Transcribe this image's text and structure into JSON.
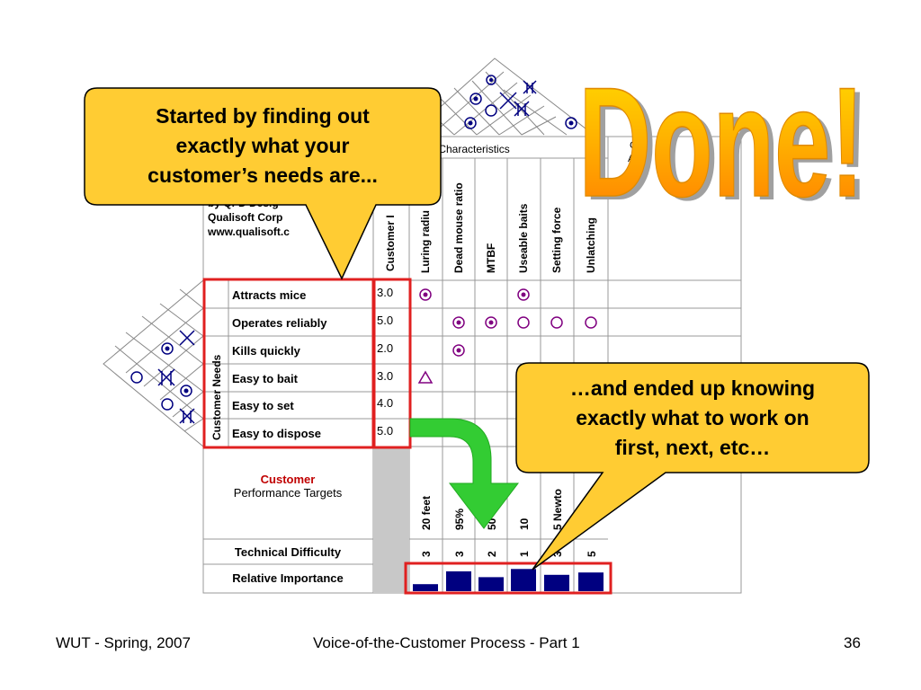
{
  "slide": {
    "callout_left": [
      "Started by finding out",
      "exactly what your",
      "customer’s needs are..."
    ],
    "callout_right": [
      "…and ended up knowing",
      "exactly what to work on",
      "first, next, etc…"
    ],
    "done_text": "Done!",
    "footer_left": "WUT - Spring, 2007",
    "footer_center": "Voice-of-the-Customer Process - Part 1",
    "footer_right": "36"
  },
  "hoq": {
    "header_fragment": "uct Characteristics",
    "right_header_fragment_1": "C        r",
    "right_header_fragment_2": "As      er",
    "company_lines": [
      "by QFD Desig",
      "Qualisoft Corp",
      "www.qualisoft.c"
    ],
    "customer_importance_header": "Customer I",
    "characteristics": [
      "Luring radiu",
      "Dead mouse ratio",
      "MTBF",
      "Useable baits",
      "Setting force",
      "Unlatching"
    ],
    "needs_label": "Customer Needs",
    "needs": [
      {
        "name": "Attracts mice",
        "importance": "3.0"
      },
      {
        "name": "Operates reliably",
        "importance": "5.0"
      },
      {
        "name": "Kills quickly",
        "importance": "2.0"
      },
      {
        "name": "Easy to bait",
        "importance": "3.0"
      },
      {
        "name": "Easy to set",
        "importance": "4.0"
      },
      {
        "name": "Easy to dispose",
        "importance": "5.0"
      }
    ],
    "targets_label_1": "Customer",
    "targets_label_2": "Performance Targets",
    "targets": [
      "20 feet",
      "95%",
      "50",
      "10",
      "5 Newto",
      ""
    ],
    "difficulty_label": "Technical Difficulty",
    "difficulty": [
      "3",
      "3",
      "2",
      "1",
      "3",
      "5"
    ],
    "importance_label": "Relative Importance",
    "relative_importance": [
      0.3,
      0.85,
      0.6,
      0.95,
      0.7,
      0.8
    ],
    "colors": {
      "accent_red": "#e02020",
      "bar": "#000080",
      "customer_red": "#c00000",
      "symbol": "#800080"
    }
  }
}
